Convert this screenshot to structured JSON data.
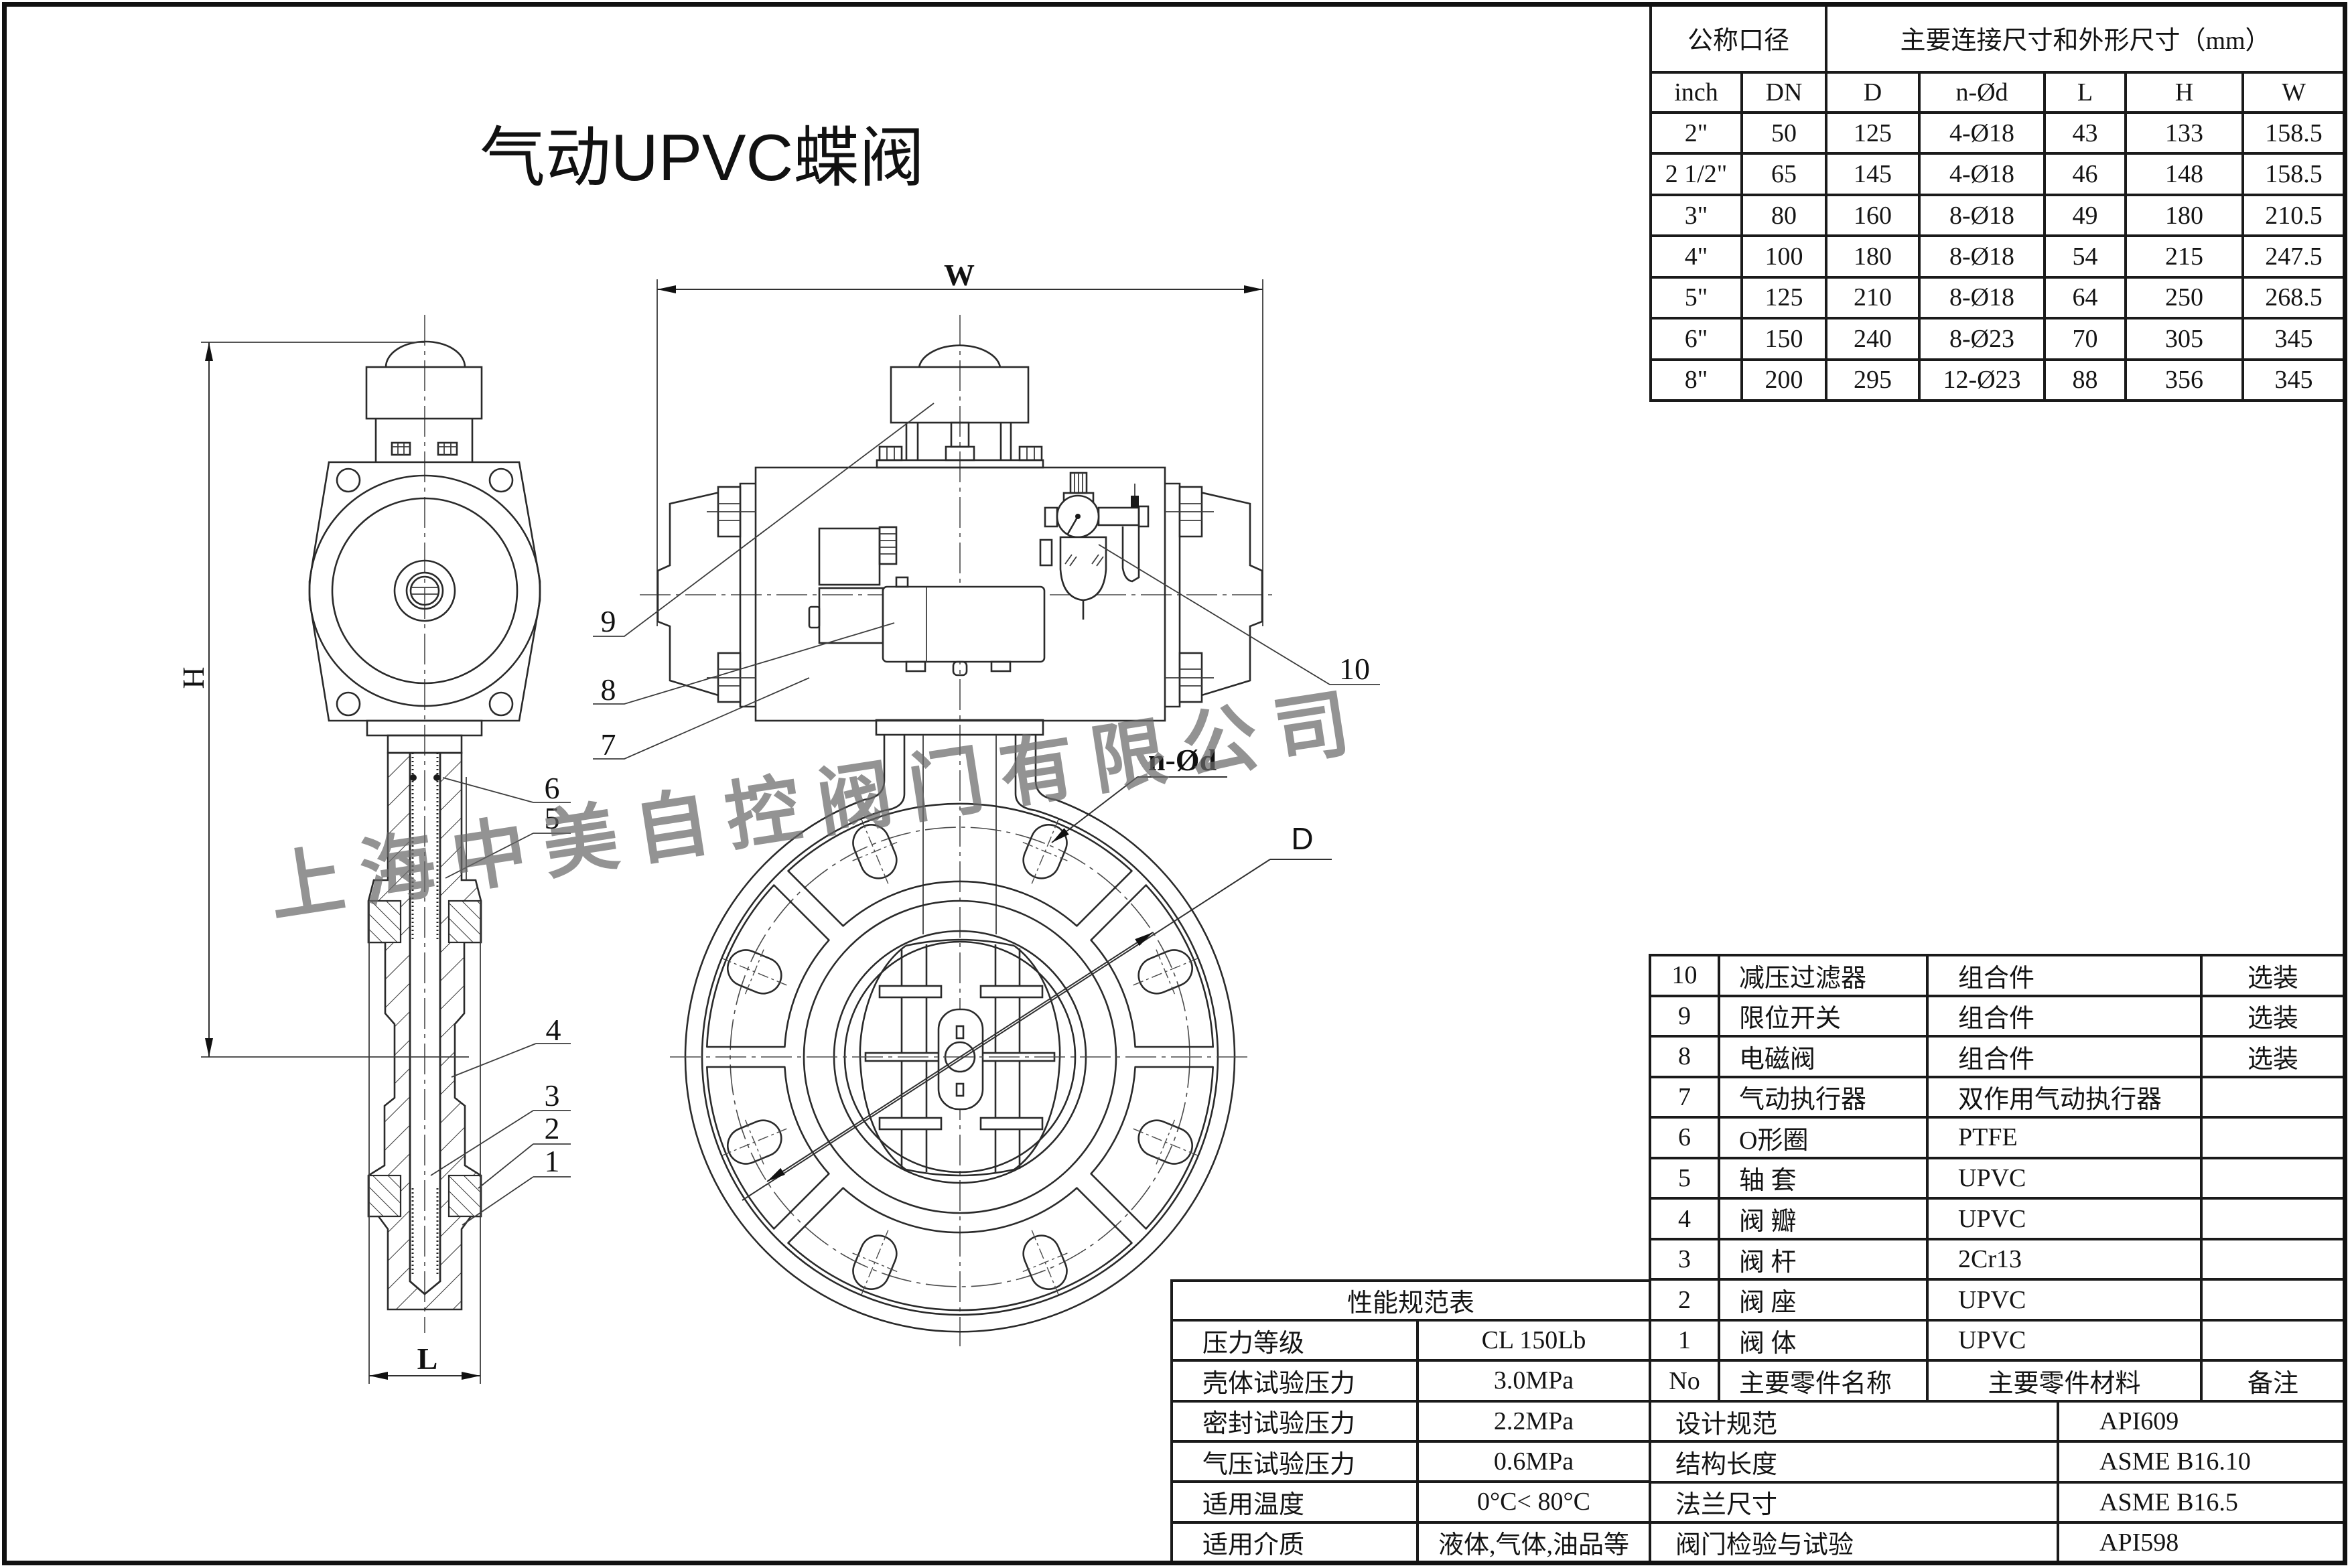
{
  "title": "气动UPVC蝶阀",
  "watermark": "上海中美自控阀门有限公司",
  "dimension_table": {
    "group_headers": {
      "nominal_size": "公称口径",
      "dimensions": "主要连接尺寸和外形尺寸（mm）"
    },
    "columns": [
      "inch",
      "DN",
      "D",
      "n-Ød",
      "L",
      "H",
      "W"
    ],
    "rows": [
      [
        "2\"",
        "50",
        "125",
        "4-Ø18",
        "43",
        "133",
        "158.5"
      ],
      [
        "2 1/2\"",
        "65",
        "145",
        "4-Ø18",
        "46",
        "148",
        "158.5"
      ],
      [
        "3\"",
        "80",
        "160",
        "8-Ø18",
        "49",
        "180",
        "210.5"
      ],
      [
        "4\"",
        "100",
        "180",
        "8-Ø18",
        "54",
        "215",
        "247.5"
      ],
      [
        "5\"",
        "125",
        "210",
        "8-Ø18",
        "64",
        "250",
        "268.5"
      ],
      [
        "6\"",
        "150",
        "240",
        "8-Ø23",
        "70",
        "305",
        "345"
      ],
      [
        "8\"",
        "200",
        "295",
        "12-Ø23",
        "88",
        "356",
        "345"
      ]
    ]
  },
  "parts_table": {
    "rows": [
      {
        "no": "10",
        "name": "减压过滤器",
        "material": "组合件",
        "remark": "选装"
      },
      {
        "no": "9",
        "name": "限位开关",
        "material": "组合件",
        "remark": "选装"
      },
      {
        "no": "8",
        "name": "电磁阀",
        "material": "组合件",
        "remark": "选装"
      },
      {
        "no": "7",
        "name": "气动执行器",
        "material": "双作用气动执行器"
      },
      {
        "no": "6",
        "name": "O形圈",
        "material": "PTFE"
      },
      {
        "no": "5",
        "name": "轴 套",
        "material": "UPVC"
      },
      {
        "no": "4",
        "name": "阀 瓣",
        "material": "UPVC"
      },
      {
        "no": "3",
        "name": "阀 杆",
        "material": "2Cr13"
      },
      {
        "no": "2",
        "name": "阀 座",
        "material": "UPVC"
      },
      {
        "no": "1",
        "name": "阀 体",
        "material": "UPVC"
      }
    ],
    "header": {
      "no": "No",
      "name": "主要零件名称",
      "material": "主要零件材料",
      "remark": "备注"
    }
  },
  "standards": [
    {
      "label": "设计规范",
      "value": "API609"
    },
    {
      "label": "结构长度",
      "value": "ASME B16.10"
    },
    {
      "label": "法兰尺寸",
      "value": "ASME B16.5"
    },
    {
      "label": "阀门检验与试验",
      "value": "API598"
    }
  ],
  "performance_table": {
    "title": "性能规范表",
    "rows": [
      {
        "label": "压力等级",
        "value": "CL 150Lb"
      },
      {
        "label": "壳体试验压力",
        "value": "3.0MPa"
      },
      {
        "label": "密封试验压力",
        "value": "2.2MPa"
      },
      {
        "label": "气压试验压力",
        "value": "0.6MPa"
      },
      {
        "label": "适用温度",
        "value": "0°C< 80°C"
      },
      {
        "label": "适用介质",
        "value": "液体,气体,油品等"
      }
    ]
  },
  "drawing": {
    "dimension_labels": {
      "W": "W",
      "H": "H",
      "L": "L",
      "D": "D",
      "bolt_holes": "n-Ød"
    },
    "balloons": [
      "1",
      "2",
      "3",
      "4",
      "5",
      "6",
      "7",
      "8",
      "9",
      "10"
    ]
  }
}
